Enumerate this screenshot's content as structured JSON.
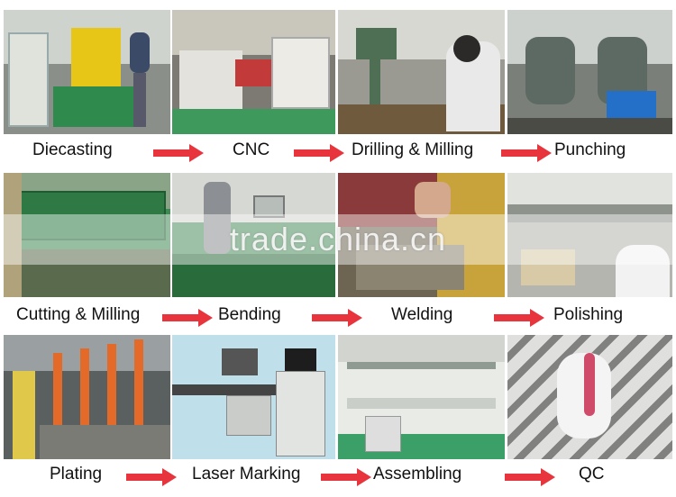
{
  "watermark": "trade.china.cn",
  "steps": [
    "Diecasting",
    "CNC",
    "Drilling & Milling",
    "Punching",
    "Cutting & Milling",
    "Bending",
    "Welding",
    "Polishing",
    "Plating",
    "Laser Marking",
    "Assembling",
    "QC"
  ],
  "colors": {
    "arrow": "#e8343c"
  }
}
